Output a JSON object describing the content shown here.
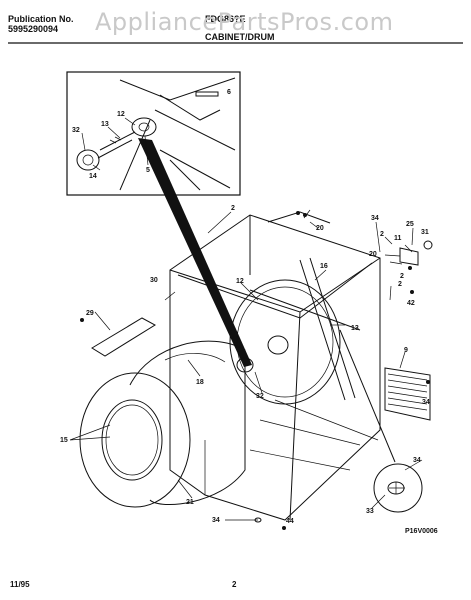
{
  "header": {
    "publication_label": "Publication No.",
    "publication_number": "5995290094",
    "model": "FDG86?E",
    "section_title": "CABINET/DRUM"
  },
  "watermark": "AppliancePartsPros.com",
  "diagram_code": "P16V0006",
  "footer": {
    "date": "11/95",
    "page": "2"
  },
  "callouts": [
    "6",
    "12",
    "13",
    "32",
    "14",
    "5",
    "2",
    "20",
    "34",
    "25",
    "31",
    "2",
    "11",
    "2",
    "20",
    "16",
    "12",
    "2",
    "42",
    "30",
    "29",
    "13",
    "9",
    "18",
    "32",
    "34",
    "15",
    "21",
    "34",
    "44",
    "33",
    "34"
  ]
}
